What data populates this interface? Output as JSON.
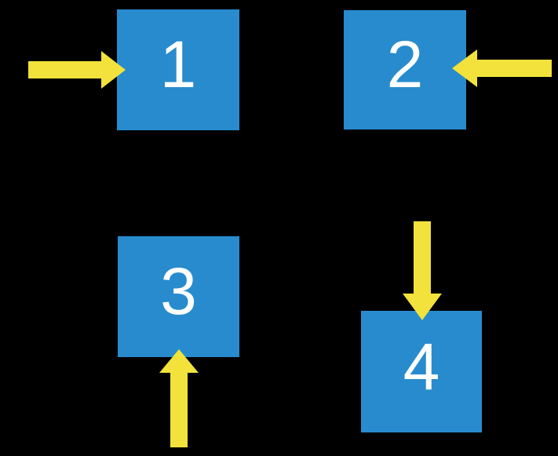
{
  "diagram": {
    "background_color": "#000000",
    "square_color": "#288BCE",
    "arrow_color": "#F2E23B",
    "label_color": "#FFFFFF",
    "squares": [
      {
        "label": "1",
        "arrow": "pointing-right-at-left-side"
      },
      {
        "label": "2",
        "arrow": "pointing-left-at-right-side"
      },
      {
        "label": "3",
        "arrow": "pointing-up-at-bottom-side"
      },
      {
        "label": "4",
        "arrow": "pointing-down-at-top-side"
      }
    ]
  }
}
